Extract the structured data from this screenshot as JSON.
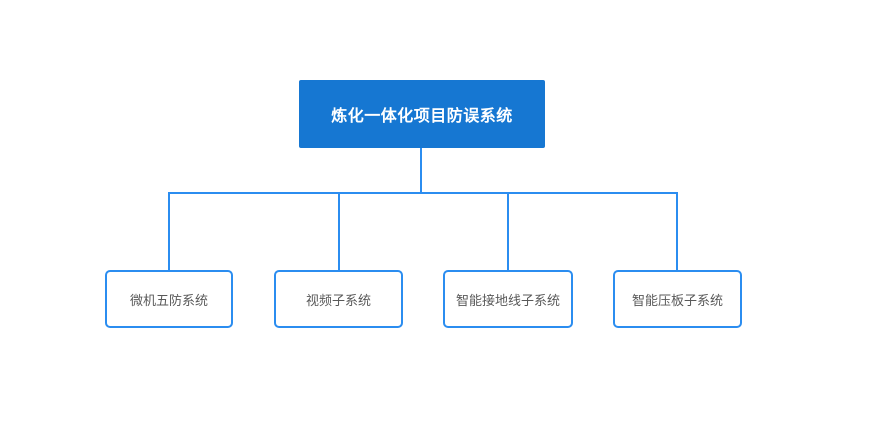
{
  "diagram": {
    "root": {
      "label": "炼化一体化项目防误系统"
    },
    "children": [
      {
        "label": "微机五防系统"
      },
      {
        "label": "视频子系统"
      },
      {
        "label": "智能接地线子系统"
      },
      {
        "label": "智能压板子系统"
      }
    ],
    "colors": {
      "root_fill": "#1677d2",
      "root_text": "#ffffff",
      "line": "#2b8df0",
      "node_border": "#2b8df0",
      "node_text": "#595959",
      "background": "#ffffff"
    }
  }
}
